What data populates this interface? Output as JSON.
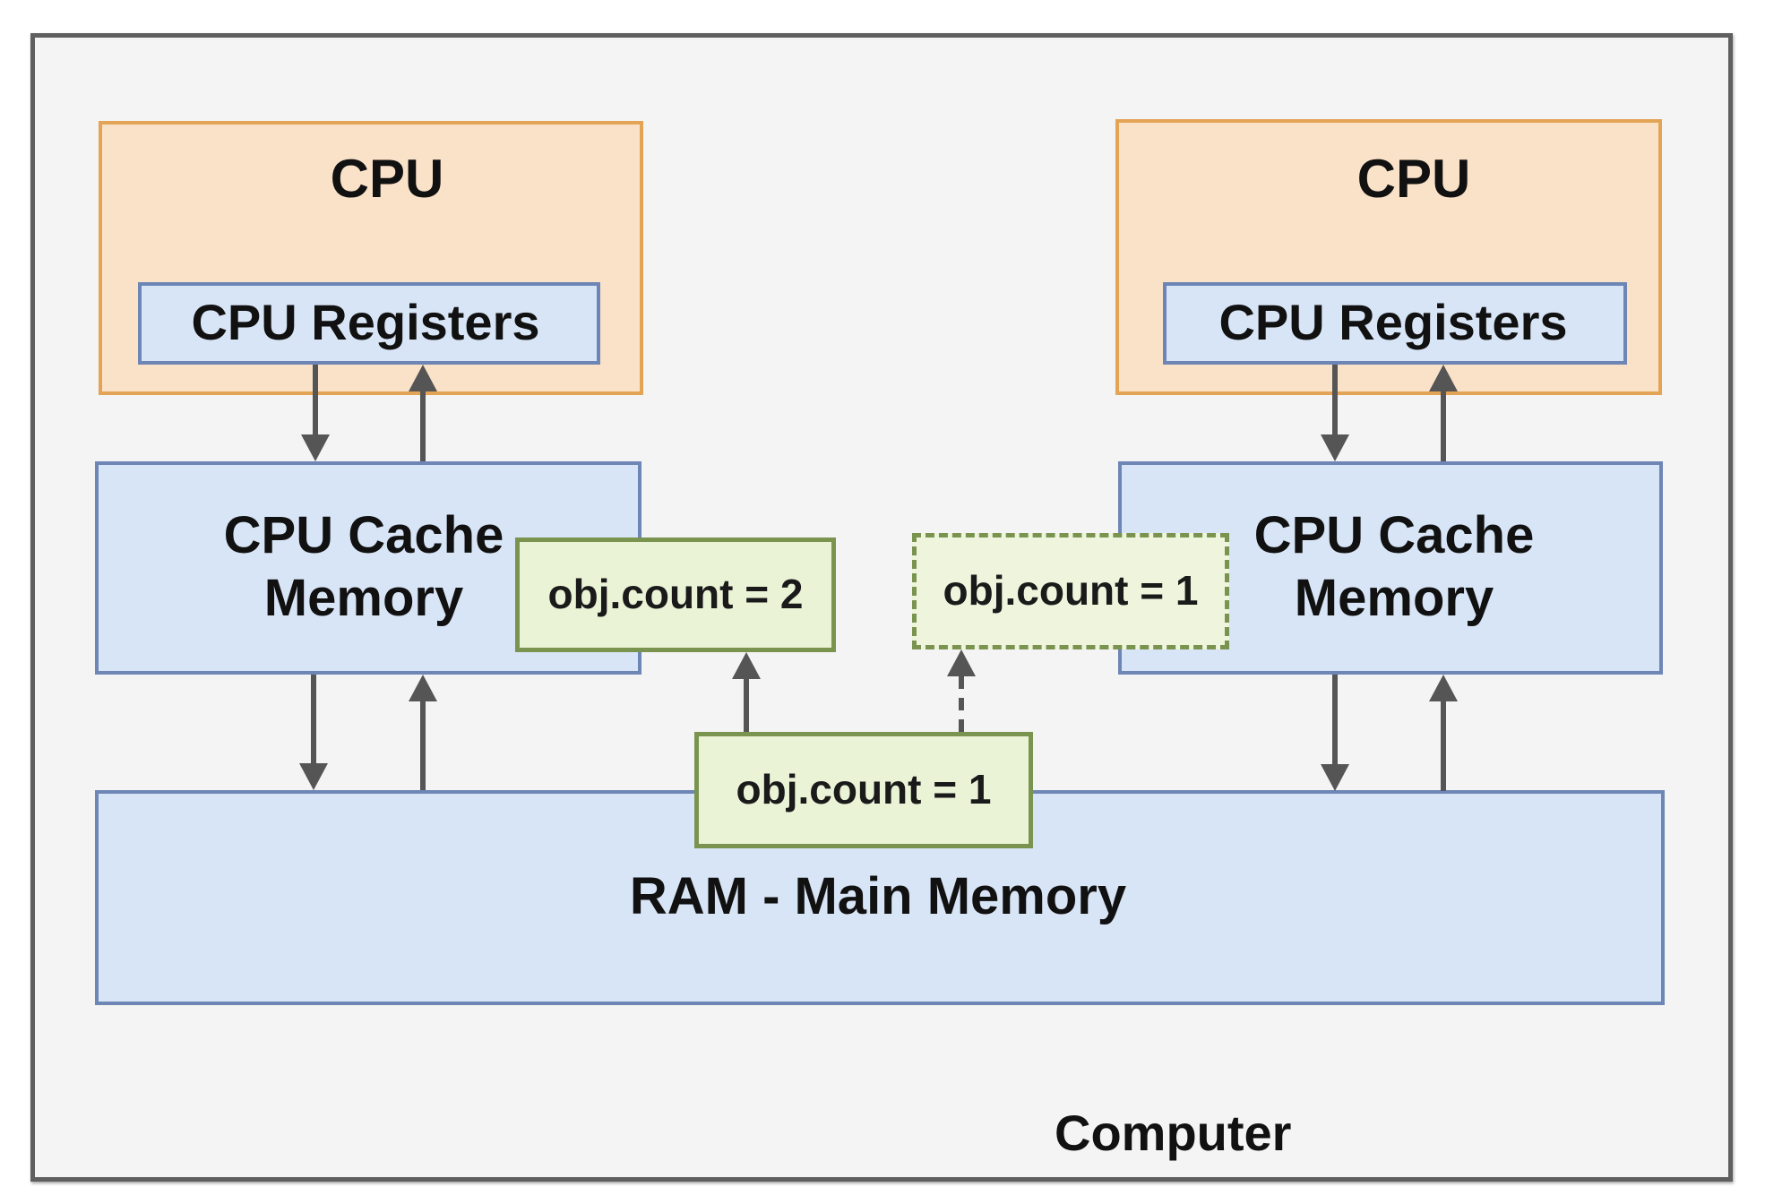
{
  "diagram": {
    "frame_label": "Computer",
    "cpus": [
      {
        "title": "CPU",
        "registers_label": "CPU Registers",
        "cache_label_line1": "CPU Cache",
        "cache_label_line2": "Memory"
      },
      {
        "title": "CPU",
        "registers_label": "CPU Registers",
        "cache_label_line1": "CPU Cache",
        "cache_label_line2": "Memory"
      }
    ],
    "ram_label": "RAM - Main Memory",
    "variables": {
      "left_cache_value": "obj.count = 2",
      "right_cache_value": "obj.count = 1",
      "right_cache_value_style": "dashed",
      "ram_value": "obj.count = 1"
    },
    "connections": [
      {
        "from": "cpu-1-registers",
        "to": "cpu-1-cache",
        "style": "solid"
      },
      {
        "from": "cpu-1-cache",
        "to": "cpu-1-registers",
        "style": "solid"
      },
      {
        "from": "cpu-2-registers",
        "to": "cpu-2-cache",
        "style": "solid"
      },
      {
        "from": "cpu-2-cache",
        "to": "cpu-2-registers",
        "style": "solid"
      },
      {
        "from": "cpu-1-cache",
        "to": "ram",
        "style": "solid"
      },
      {
        "from": "ram",
        "to": "cpu-1-cache",
        "style": "solid"
      },
      {
        "from": "cpu-2-cache",
        "to": "ram",
        "style": "solid"
      },
      {
        "from": "ram",
        "to": "cpu-2-cache",
        "style": "solid"
      },
      {
        "from": "ram-value",
        "to": "left-cache-value",
        "style": "solid"
      },
      {
        "from": "ram-value",
        "to": "right-cache-value",
        "style": "dashed"
      }
    ],
    "colors": {
      "cpu_fill": "#fae2c8",
      "cpu_border": "#e4a456",
      "memory_fill": "#d8e5f6",
      "memory_border": "#6d86b6",
      "value_fill": "#eaf3d6",
      "value_border": "#7a9450",
      "arrow": "#555555",
      "frame_border": "#5f5f5f"
    }
  }
}
